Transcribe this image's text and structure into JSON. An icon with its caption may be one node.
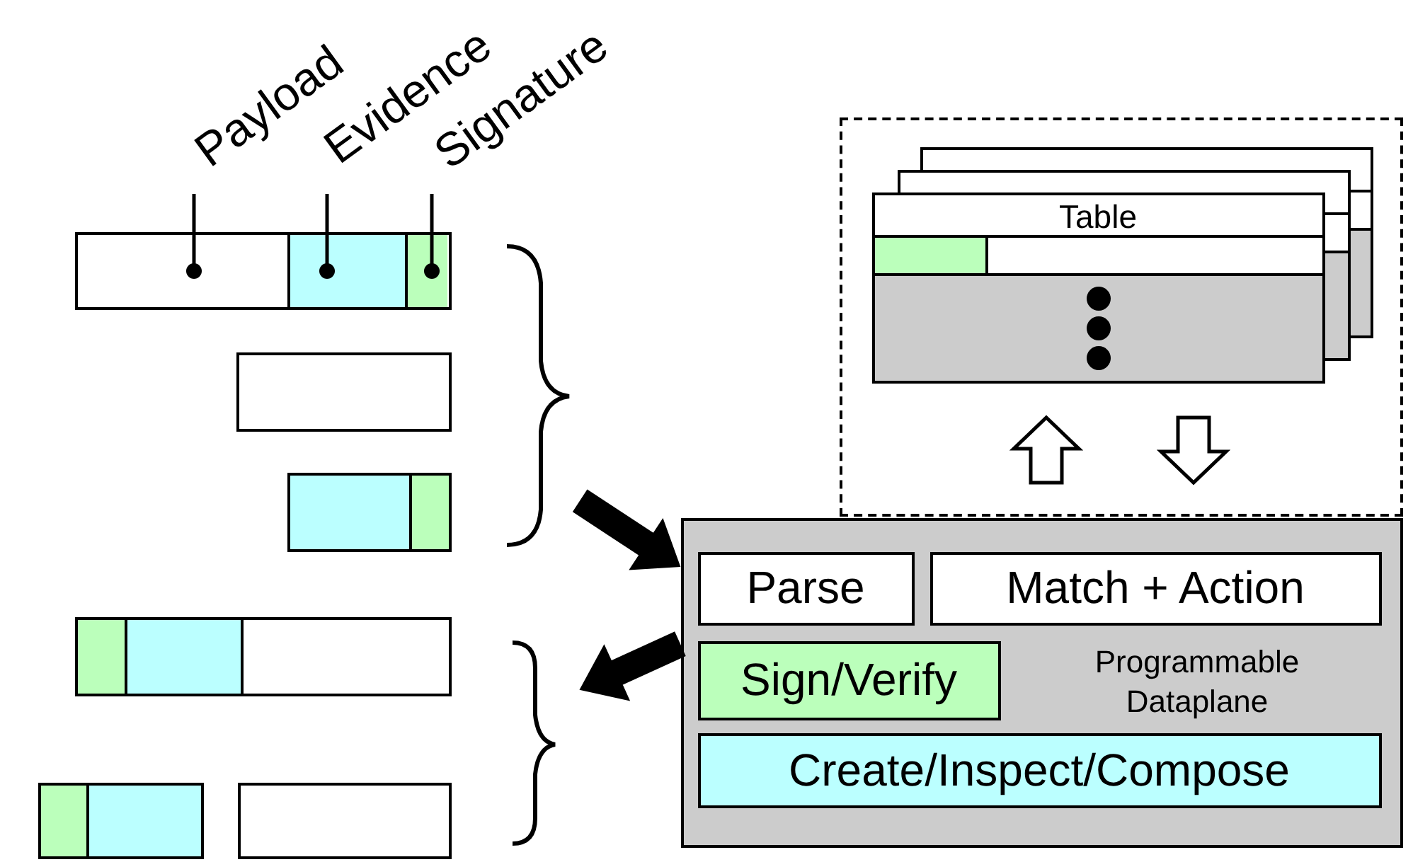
{
  "diagram": {
    "nodes": [
      {
        "text": [
          "Payload"
        ]
      },
      {
        "text": [
          "Evidence"
        ]
      },
      {
        "text": [
          "Signature"
        ]
      },
      {
        "text": [],
        "shape": "box"
      },
      {
        "text": [],
        "shape": "box",
        "in": 3
      },
      {
        "text": [],
        "shape": "box",
        "in": 3
      },
      {
        "text": [],
        "shape": "box",
        "in": 3
      },
      {
        "text": [],
        "shape": "box"
      },
      {
        "text": [],
        "shape": "box"
      },
      {
        "text": [],
        "shape": "box"
      },
      {
        "text": [],
        "shape": "box"
      },
      {
        "text": [],
        "shape": "box"
      },
      {
        "text": [],
        "shape": "box"
      },
      {
        "text": [
          "Table"
        ],
        "in": 12
      },
      {
        "text": [
          "Programmable Dataplane"
        ]
      },
      {
        "text": [
          "Parse"
        ],
        "in": 14
      },
      {
        "text": [
          "Match + Action"
        ],
        "in": 14
      },
      {
        "text": [
          "Sign/Verify"
        ],
        "in": 14
      },
      {
        "text": [
          "Create/Inspect/Compose"
        ],
        "in": 14
      }
    ],
    "edges": [
      {
        "from": 0,
        "to": 4,
        "arrow": "other"
      },
      {
        "from": 1,
        "to": 5,
        "arrow": "other"
      },
      {
        "from": 2,
        "to": 6,
        "arrow": "other"
      },
      {
        "from": null,
        "to": 14,
        "arrow": "to",
        "style": "thick"
      },
      {
        "from": 14,
        "to": null,
        "arrow": "to",
        "style": "thick"
      },
      {
        "from": 14,
        "to": 13,
        "arrow": "to"
      },
      {
        "from": 13,
        "to": 14,
        "arrow": "to"
      }
    ]
  }
}
